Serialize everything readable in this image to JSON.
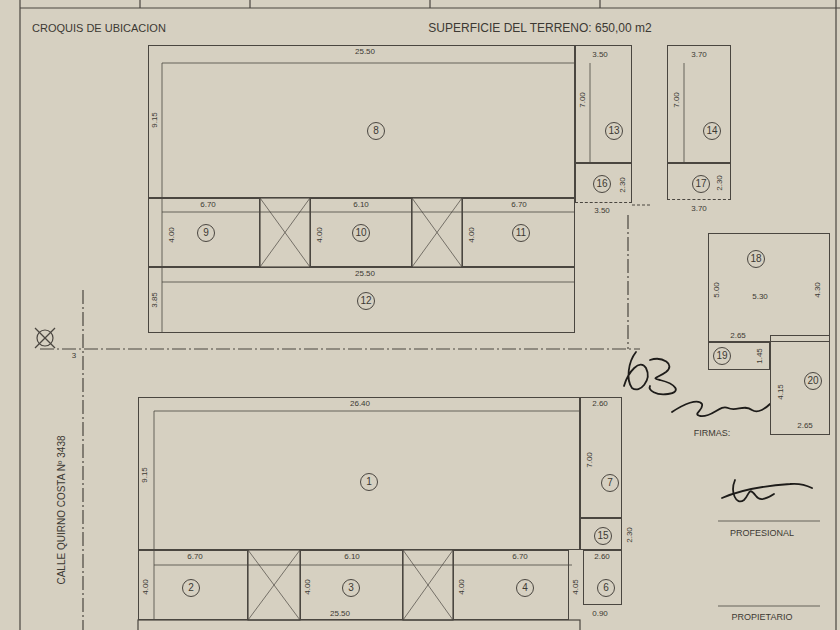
{
  "diagram": {
    "title": "CROQUIS DE UBICACION",
    "nodes": [
      {
        "text": [
          "8"
        ]
      },
      {
        "text": [
          "13"
        ]
      },
      {
        "text": [
          "14"
        ]
      },
      {
        "text": [
          "16"
        ]
      },
      {
        "text": [
          "17"
        ]
      },
      {
        "text": [
          "9"
        ]
      },
      {
        "text": [
          "10"
        ]
      },
      {
        "text": [
          "11"
        ]
      },
      {
        "text": [
          "18"
        ]
      },
      {
        "text": [
          "12"
        ]
      },
      {
        "text": [
          "19"
        ]
      },
      {
        "text": [
          "20"
        ]
      },
      {
        "text": [
          "1"
        ]
      },
      {
        "text": [
          "7"
        ]
      },
      {
        "text": [
          "15"
        ]
      },
      {
        "text": [
          "2"
        ]
      },
      {
        "text": [
          "3"
        ]
      },
      {
        "text": [
          "4"
        ]
      },
      {
        "text": [
          "6"
        ]
      }
    ],
    "labels": [
      "SUPERFICIE DEL TERRENO: 650,00 m2",
      "25.50",
      "9.15",
      "3.50",
      "7.00",
      "3.70",
      "7.00",
      "2.30",
      "3.50",
      "2.30",
      "3.70",
      "6.70",
      "4.00",
      "6.10",
      "4.00",
      "4.00",
      "6.70",
      "25.50",
      "3.85",
      "5.00",
      "5.30",
      "4.30",
      "2.65",
      "1.45",
      "4.15",
      "2.65",
      "3",
      "26.40",
      "2.60",
      "9.15",
      "7.00",
      "2.30",
      "2.60",
      "6.70",
      "4.00",
      "6.10",
      "4.00",
      "4.00",
      "6.70",
      "4.05",
      "0.90",
      "25.50",
      "CALLE QUIRNO COSTA Nº 3438",
      "FIRMAS:",
      "PROFESIONAL",
      "PROPIETARIO"
    ]
  }
}
